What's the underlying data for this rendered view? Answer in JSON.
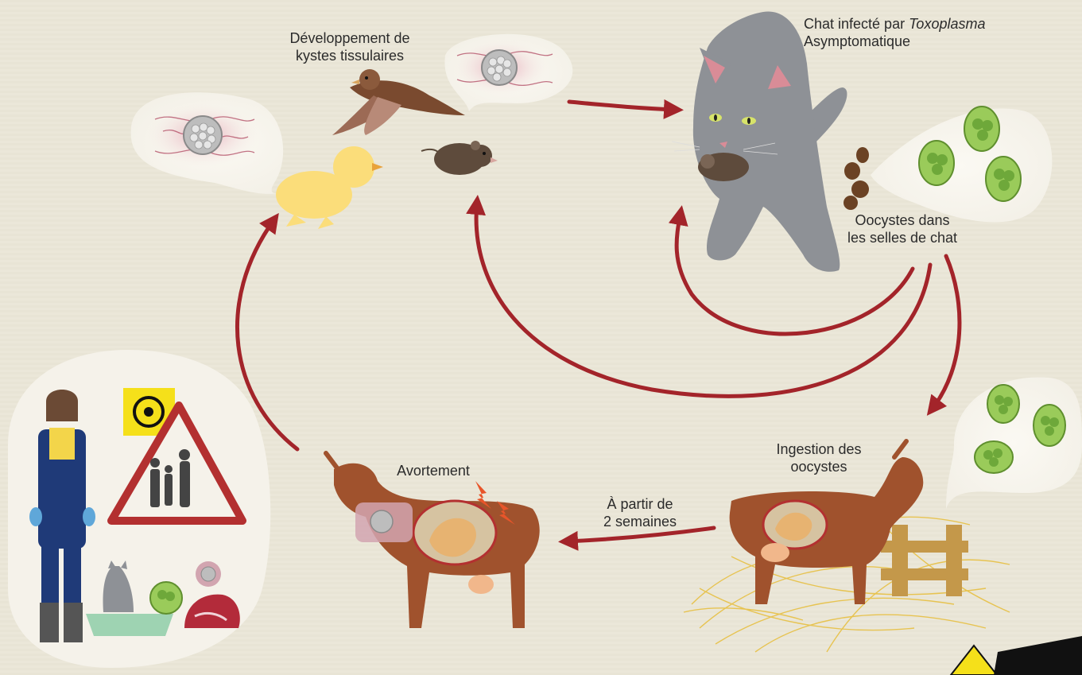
{
  "labels": {
    "cysts_line1": "Développement de",
    "cysts_line2": "kystes tissulaires",
    "cat_line1": "Chat infecté par",
    "cat_italic": "Toxoplasma",
    "cat_line2": "Asymptomatique",
    "feces_line1": "Oocystes dans",
    "feces_line2": "les selles de chat",
    "ingestion_line1": "Ingestion des",
    "ingestion_line2": "oocystes",
    "abortion": "Avortement",
    "delay_line1": "À partir de",
    "delay_line2": "2 semaines"
  },
  "colors": {
    "arrow": "#a3242a",
    "goat": "#a0522d",
    "oocyst": "#8bc34a",
    "cat": "#8e9196",
    "background": "#e9e5d6"
  },
  "icons": [
    "biohazard-icon",
    "warning-triangle-icon",
    "caution-icon"
  ]
}
